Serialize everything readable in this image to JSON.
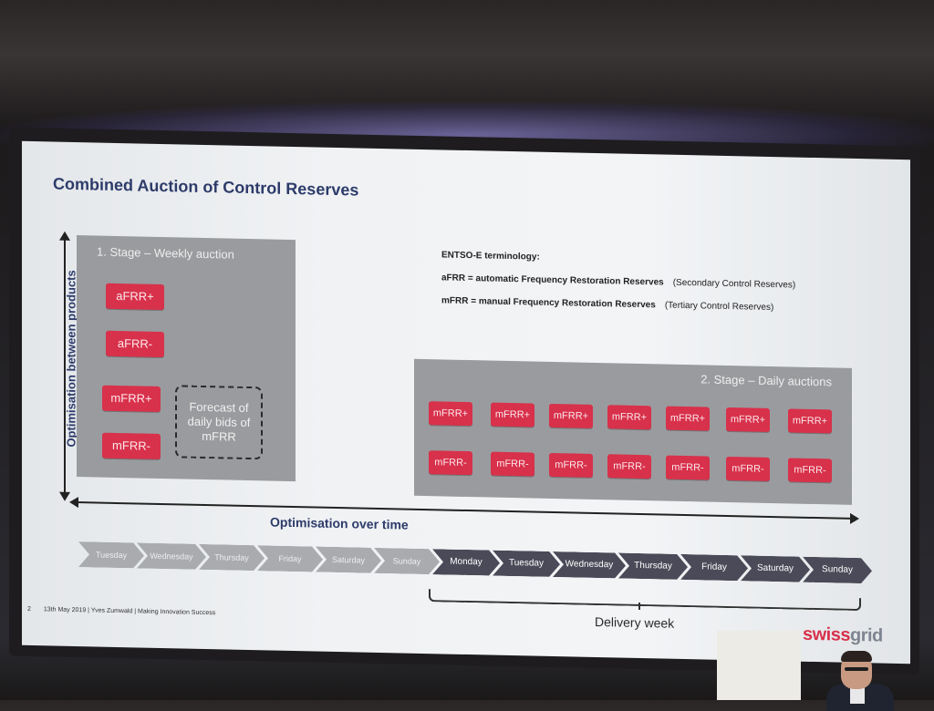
{
  "slide": {
    "title": "Combined Auction of Control Reserves",
    "vertical_axis_label": "Optimisation between products",
    "horizontal_axis_label": "Optimisation over time",
    "stage1": {
      "title": "1. Stage – Weekly auction",
      "products": [
        "aFRR+",
        "aFRR-",
        "mFRR+",
        "mFRR-"
      ],
      "forecast_text": "Forecast of daily bids of mFRR"
    },
    "stage2": {
      "title": "2. Stage – Daily auctions",
      "top_row": [
        "mFRR+",
        "mFRR+",
        "mFRR+",
        "mFRR+",
        "mFRR+",
        "mFRR+",
        "mFRR+"
      ],
      "bottom_row": [
        "mFRR-",
        "mFRR-",
        "mFRR-",
        "mFRR-",
        "mFRR-",
        "mFRR-",
        "mFRR-"
      ]
    },
    "terminology": {
      "heading": "ENTSO-E terminology:",
      "afrr_def": "aFRR = automatic Frequency Restoration Reserves",
      "afrr_note": "(Secondary Control Reserves)",
      "mfrr_def": "mFRR = manual Frequency Restoration Reserves",
      "mfrr_note": "(Tertiary Control Reserves)"
    },
    "timeline": {
      "past_days": [
        "Tuesday",
        "Wednesday",
        "Thursday",
        "Friday",
        "Saturday",
        "Sunday"
      ],
      "delivery_days": [
        "Monday",
        "Tuesday",
        "Wednesday",
        "Thursday",
        "Friday",
        "Saturday",
        "Sunday"
      ]
    },
    "delivery_label": "Delivery week",
    "footer": {
      "page_number": "2",
      "text": "13th May 2019 | Yves Zumwald | Making Innovation Success"
    },
    "logo": {
      "part1": "swiss",
      "part2": "grid"
    }
  },
  "colors": {
    "product_chip": "#d8314b",
    "stage_box": "#9a9b9e",
    "delivery_segment": "#4a4a58",
    "title": "#2d3b6a"
  }
}
